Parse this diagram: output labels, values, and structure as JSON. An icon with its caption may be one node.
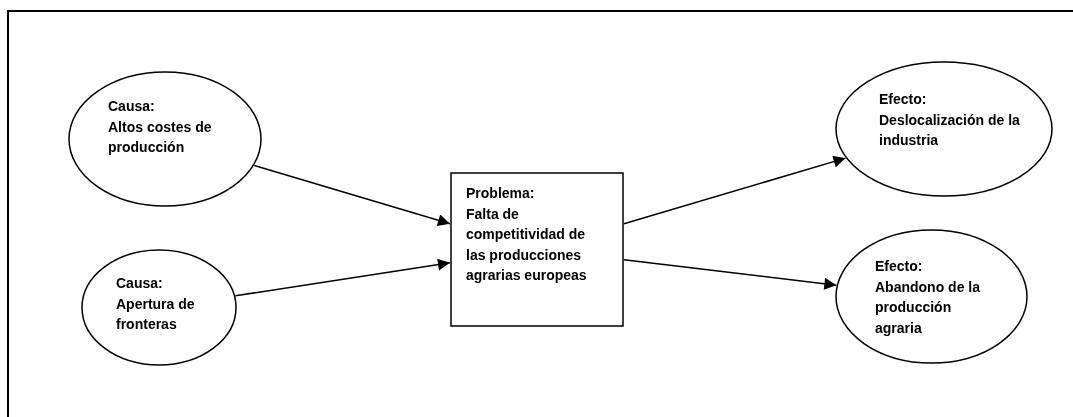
{
  "diagram": {
    "nodes": [
      {
        "text": [
          "Causa:",
          "Altos costes de producción"
        ]
      },
      {
        "text": [
          "Causa:",
          "Apertura de fronteras"
        ]
      },
      {
        "text": [
          "Problema:",
          "Falta de competitividad de las producciones agrarias europeas"
        ]
      },
      {
        "text": [
          "Efecto:",
          "Deslocalización de la industria"
        ]
      },
      {
        "text": [
          "Efecto:",
          "Abandono de la producción agraria"
        ]
      }
    ],
    "edges": [
      {
        "from": 0,
        "to": 2,
        "arrow": "to"
      },
      {
        "from": 1,
        "to": 2,
        "arrow": "to"
      },
      {
        "from": 2,
        "to": 3,
        "arrow": "to"
      },
      {
        "from": 2,
        "to": 4,
        "arrow": "to"
      }
    ]
  }
}
